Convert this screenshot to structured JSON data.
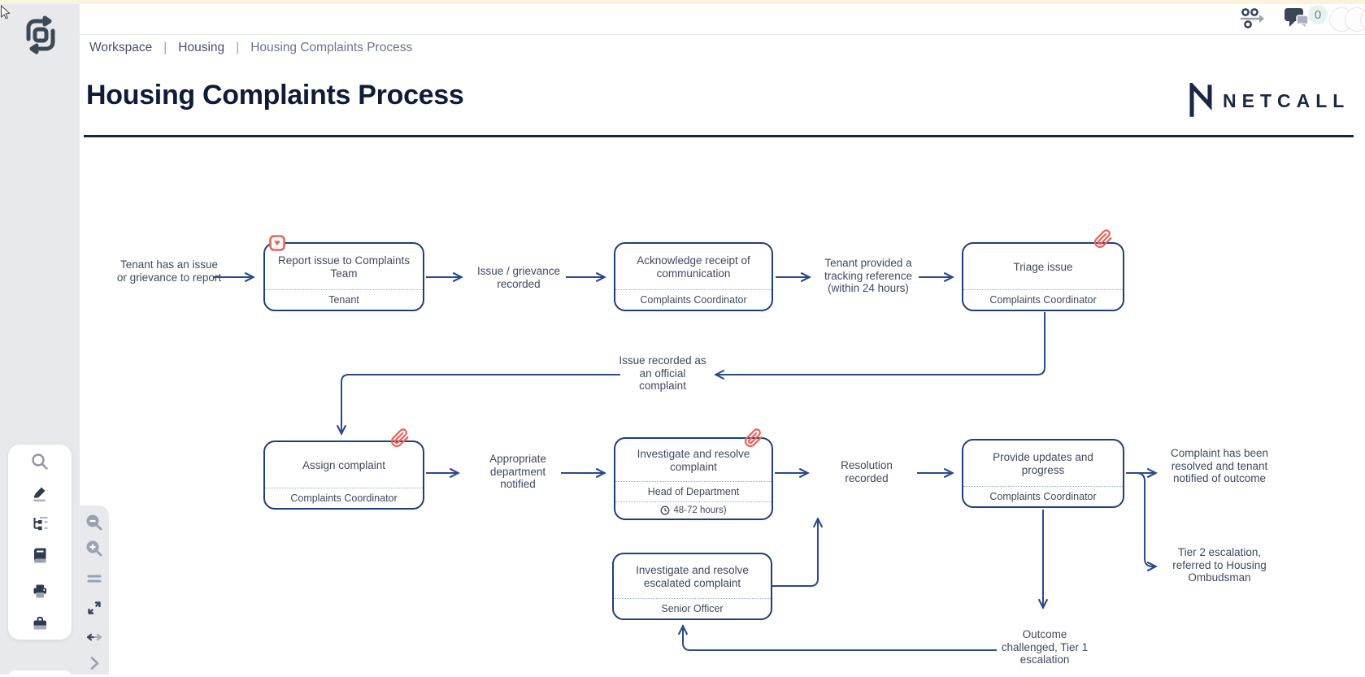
{
  "header": {
    "breadcrumb": {
      "items": [
        "Workspace",
        "Housing",
        "Housing Complaints Process"
      ],
      "separator": "|"
    },
    "title": "Housing Complaints Process",
    "brand": "NETCALL",
    "comments_badge": "0"
  },
  "colors": {
    "accent_red": "#ee6257",
    "line_navy": "#2a4a8c",
    "border_navy": "#1f3e7c",
    "title_navy": "#0f1c38",
    "label_text": "#3d4a5f",
    "sidebar_gray": "#e8e9ec",
    "top_strip": "#faf3da"
  },
  "icons": {
    "sidebar": [
      "search",
      "highlighter",
      "process-tree",
      "book",
      "printer",
      "briefcase"
    ],
    "zoom_toolbar": [
      "zoom-out",
      "zoom-in",
      "equals",
      "expand",
      "arrows-left-right",
      "chevron-right"
    ],
    "topbar": [
      "journey",
      "comments",
      "avatars"
    ]
  },
  "diagram": {
    "nodes": [
      {
        "title": "Report issue to Complaints Team",
        "role": "Tenant"
      },
      {
        "title": "Acknowledge receipt of communication",
        "role": "Complaints Coordinator"
      },
      {
        "title": "Triage issue",
        "role": "Complaints Coordinator"
      },
      {
        "title": "Assign complaint",
        "role": "Complaints Coordinator"
      },
      {
        "title": "Investigate and resolve complaint",
        "role": "Head of Department",
        "duration": "48-72 hours)"
      },
      {
        "title": "Provide updates and progress",
        "role": "Complaints Coordinator"
      },
      {
        "title": "Investigate and resolve escalated complaint",
        "role": "Senior Officer"
      }
    ],
    "labels": [
      "Tenant has an issue or grievance to report",
      "Issue / grievance recorded",
      "Tenant provided a tracking reference (within 24 hours)",
      "Issue recorded as an official complaint",
      "Appropriate department notified",
      "Resolution recorded",
      "Complaint has been resolved and tenant notified of outcome",
      "Tier 2 escalation, referred to Housing Ombudsman",
      "Outcome challenged, Tier 1 escalation"
    ]
  }
}
